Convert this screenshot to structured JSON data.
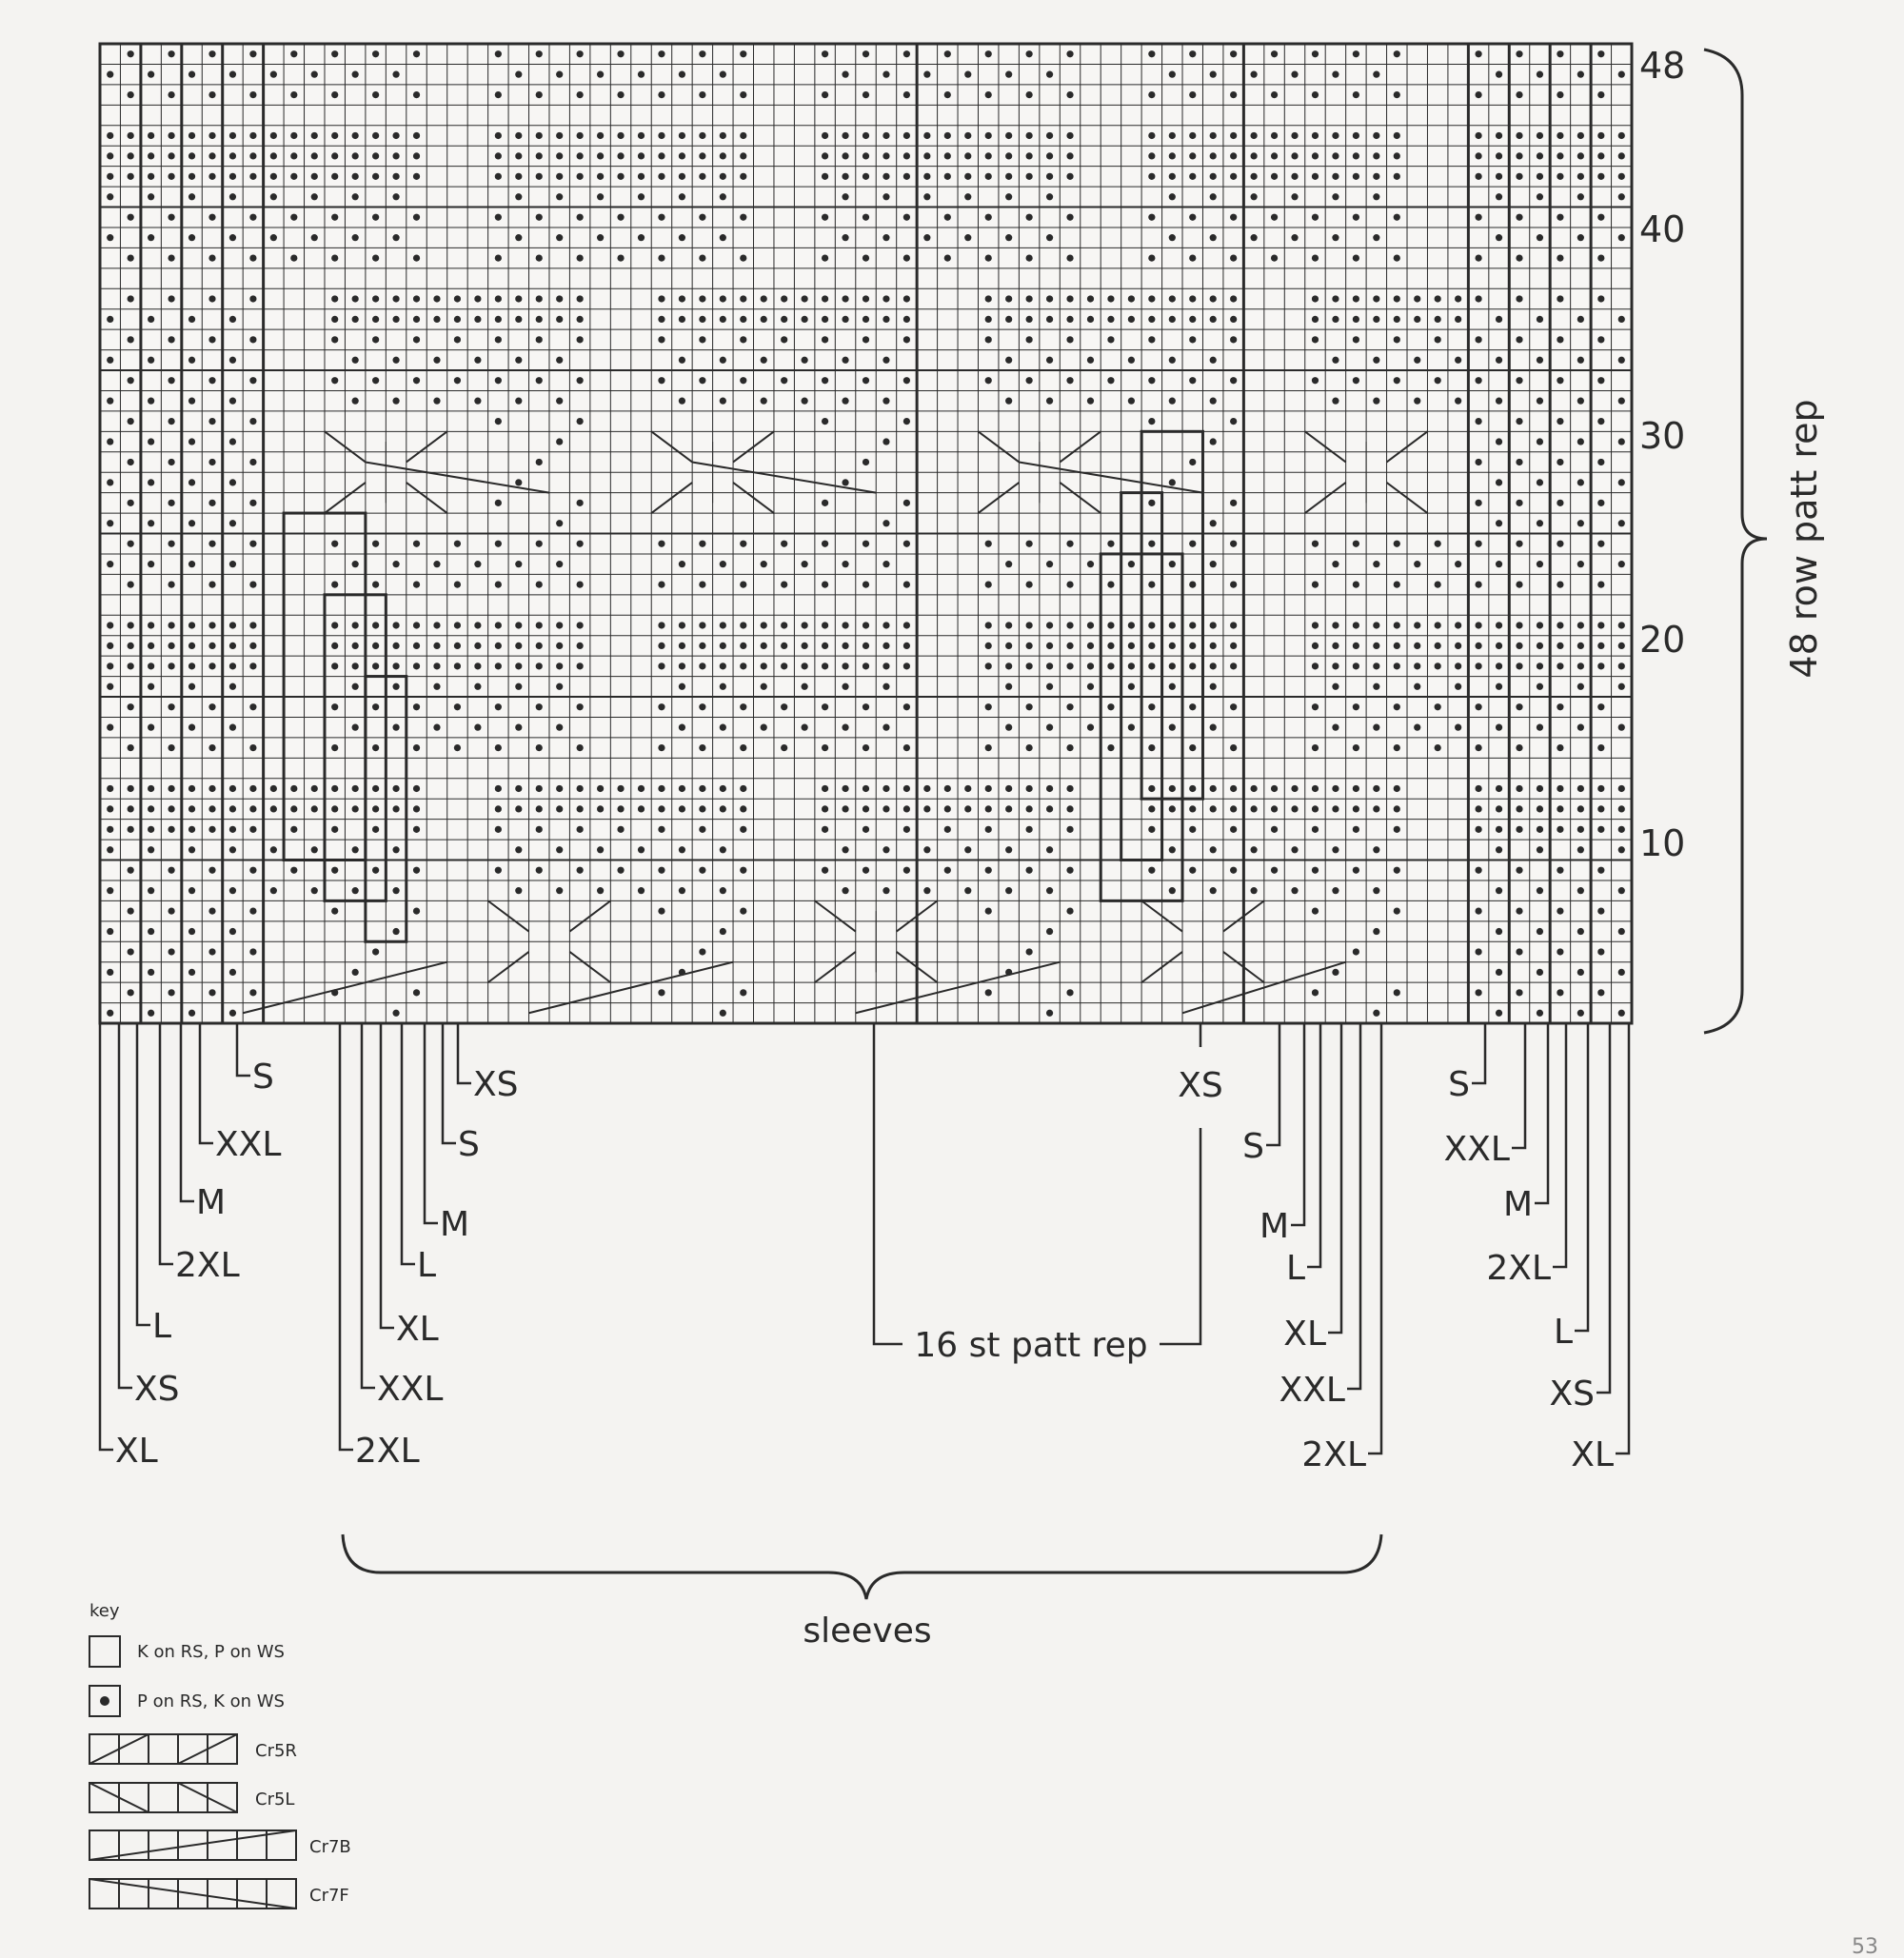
{
  "chart": {
    "rows": 48,
    "columns": 75,
    "row_numbers": [
      "48",
      "40",
      "30",
      "20",
      "10"
    ],
    "row_repeat_label": "48 row patt rep",
    "stitch_repeat_label": "16 st patt rep",
    "sleeves_label": "sleeves"
  },
  "size_labels": {
    "left": [
      "S",
      "XXL",
      "M",
      "2XL",
      "L",
      "XS",
      "XL"
    ],
    "mid_left": [
      "XS",
      "S",
      "M",
      "L",
      "XL",
      "XXL",
      "2XL"
    ],
    "mid_right": [
      "XS",
      "S",
      "M",
      "L",
      "XL",
      "XXL",
      "2XL"
    ],
    "right": [
      "S",
      "XXL",
      "M",
      "2XL",
      "L",
      "XS",
      "XL"
    ]
  },
  "key": {
    "title": "key",
    "items": [
      {
        "symbol": "empty-square",
        "label": "K on RS, P on WS"
      },
      {
        "symbol": "dot-square",
        "label": "P on RS, K on WS"
      },
      {
        "symbol": "cr5r",
        "label": "Cr5R"
      },
      {
        "symbol": "cr5l",
        "label": "Cr5L"
      },
      {
        "symbol": "cr7b",
        "label": "Cr7B"
      },
      {
        "symbol": "cr7f",
        "label": "Cr7F"
      }
    ]
  },
  "page_number": "53",
  "colors": {
    "ink": "#2a2a2a",
    "paper": "#f4f3f1"
  }
}
